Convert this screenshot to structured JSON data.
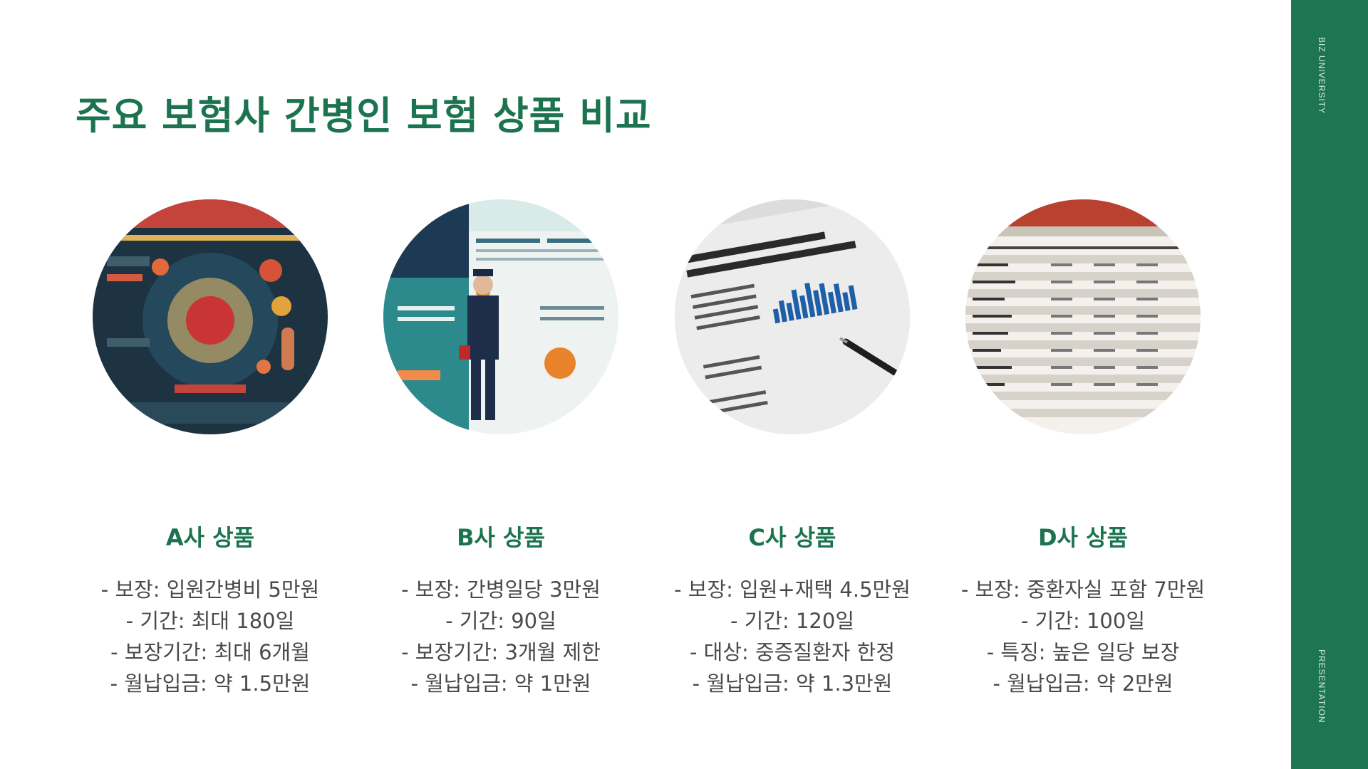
{
  "slide": {
    "title": "주요 보험사 간병인 보험 상품 비교",
    "side_top": "BIZ UNIVERSITY",
    "side_bottom": "PRESENTATION",
    "accent": "#1b7350"
  },
  "products": [
    {
      "name": "A사 상품",
      "image": "infographic-circle-image",
      "lines": [
        "- 보장: 입원간병비 5만원",
        "- 기간: 최대 180일",
        "- 보장기간: 최대 6개월",
        "- 월납입금: 약 1.5만원"
      ]
    },
    {
      "name": "B사 상품",
      "image": "caregiver-infographic-circle-image",
      "lines": [
        "- 보장: 간병일당 3만원",
        "- 기간: 90일",
        "- 보장기간: 3개월 제한",
        "- 월납입금: 약 1만원"
      ]
    },
    {
      "name": "C사 상품",
      "image": "bar-chart-document-circle-image",
      "lines": [
        "- 보장: 입원+재택 4.5만원",
        "- 기간: 120일",
        "- 대상: 중증질환자 한정",
        "- 월납입금: 약 1.3만원"
      ]
    },
    {
      "name": "D사 상품",
      "image": "comparison-table-circle-image",
      "lines": [
        "- 보장: 중환자실 포함 7만원",
        "- 기간: 100일",
        "- 특징: 높은 일당 보장",
        "- 월납입금: 약 2만원"
      ]
    }
  ]
}
